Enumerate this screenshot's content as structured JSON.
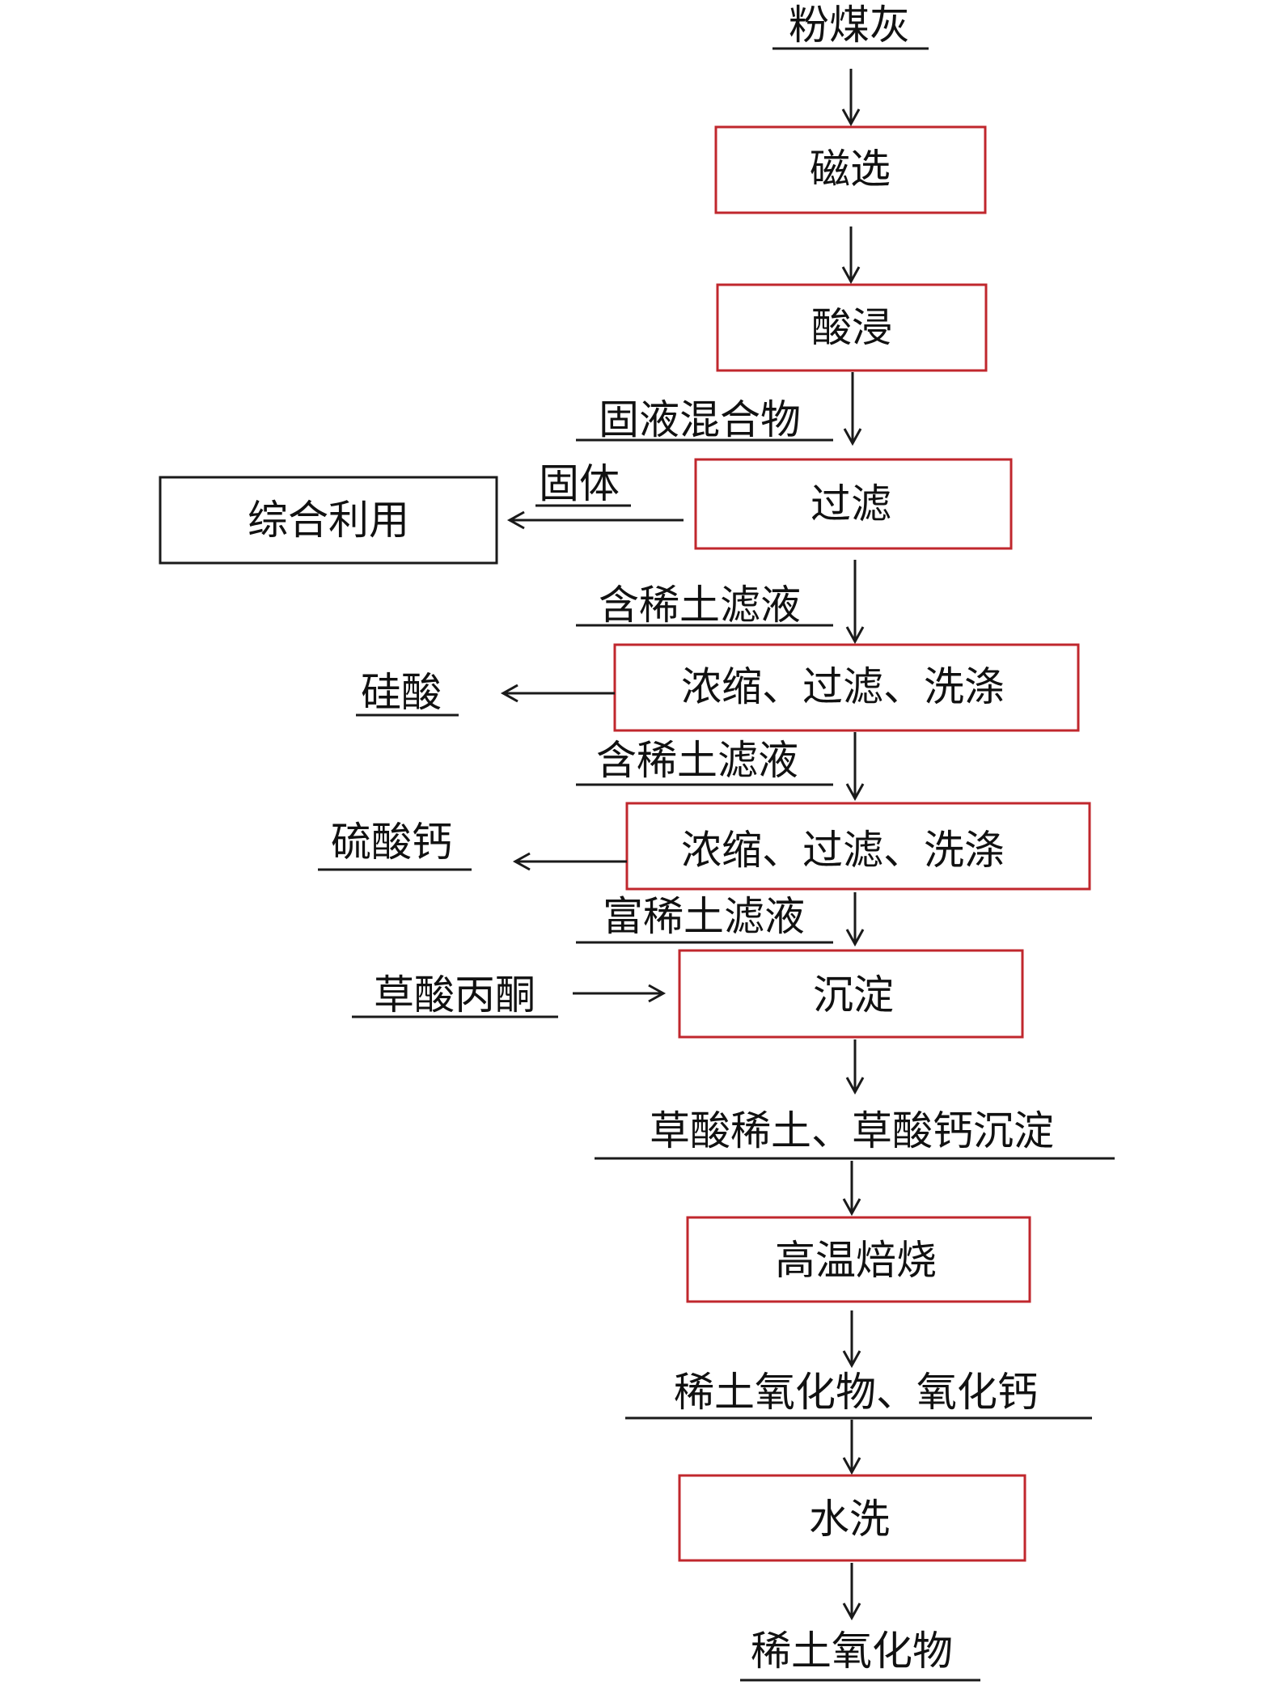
{
  "colors": {
    "process_box": "#c0272d",
    "output_box": "#1a1a1a",
    "text": "#111111"
  },
  "nodes": {
    "source": "粉煤灰",
    "magnetic": "磁选",
    "acid_leach": "酸浸",
    "solid_liquid": "固液混合物",
    "filter": "过滤",
    "solid": "固体",
    "utilization": "综合利用",
    "re_filtrate_1": "含稀土滤液",
    "concentrate_1": "浓缩、过滤、洗涤",
    "silicic_acid": "硅酸",
    "re_filtrate_2": "含稀土滤液",
    "concentrate_2": "浓缩、过滤、洗涤",
    "calcium_sulfate": "硫酸钙",
    "rich_filtrate": "富稀土滤液",
    "oxalic_acetone": "草酸丙酮",
    "precipitate": "沉淀",
    "oxalate_precip": "草酸稀土、草酸钙沉淀",
    "roast": "高温焙烧",
    "oxides_mix": "稀土氧化物、氧化钙",
    "water_wash": "水洗",
    "product": "稀土氧化物"
  }
}
